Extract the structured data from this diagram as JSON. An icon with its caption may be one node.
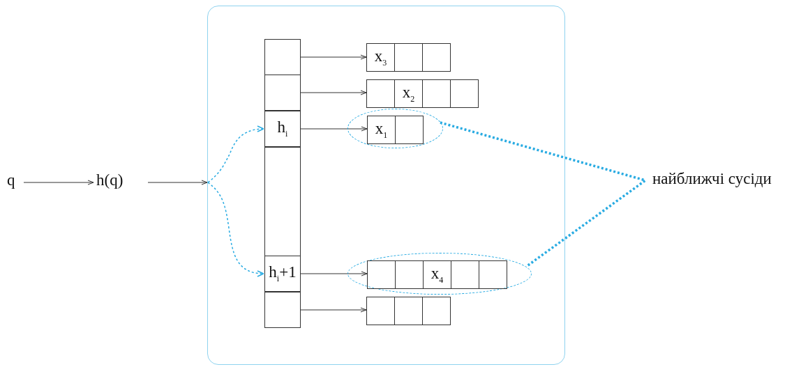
{
  "diagram": {
    "nodes": [
      {
        "text": [
          "q"
        ]
      },
      {
        "text": [
          "h(q)"
        ]
      },
      {
        "text": [],
        "shape": "box"
      },
      {
        "text": [],
        "shape": "box",
        "in": 2
      },
      {
        "text": [],
        "shape": "box",
        "in": 2
      },
      {
        "text": [
          "h$_{i}$"
        ],
        "in": 2
      },
      {
        "text": [],
        "shape": "box",
        "in": 2
      },
      {
        "text": [
          "h$_{i}$+1"
        ],
        "in": 2
      },
      {
        "text": [],
        "shape": "box",
        "in": 2
      },
      {
        "text": [
          "x$_{3}$"
        ],
        "in": 2
      },
      {
        "text": [],
        "shape": "box",
        "in": 2
      },
      {
        "text": [],
        "shape": "box",
        "in": 2
      },
      {
        "text": [],
        "shape": "box",
        "in": 2
      },
      {
        "text": [
          "x$_{2}$"
        ],
        "in": 2
      },
      {
        "text": [],
        "shape": "box",
        "in": 2
      },
      {
        "text": [],
        "shape": "box",
        "in": 2
      },
      {
        "text": [],
        "shape": "ellipse",
        "in": 2
      },
      {
        "text": [
          "x$_{1}$"
        ],
        "in": 16
      },
      {
        "text": [],
        "shape": "box",
        "in": 16
      },
      {
        "text": [],
        "shape": "ellipse",
        "in": 2
      },
      {
        "text": [],
        "shape": "box",
        "in": 19
      },
      {
        "text": [],
        "shape": "box",
        "in": 19
      },
      {
        "text": [
          "x$_{4}$"
        ],
        "in": 19
      },
      {
        "text": [],
        "shape": "box",
        "in": 19
      },
      {
        "text": [],
        "shape": "box",
        "in": 19
      },
      {
        "text": [],
        "shape": "box",
        "in": 2
      },
      {
        "text": [],
        "shape": "box",
        "in": 2
      },
      {
        "text": [],
        "shape": "box",
        "in": 2
      },
      {
        "text": [
          "найближчі сусіди"
        ]
      }
    ],
    "edges": [
      {
        "from": 0,
        "to": 1,
        "arrow": "to"
      },
      {
        "from": 1,
        "to": 2,
        "arrow": "to"
      },
      {
        "from": 2,
        "to": 5,
        "arrow": "to",
        "style": "dashed",
        "color": "#29abe2"
      },
      {
        "from": 2,
        "to": 7,
        "arrow": "to",
        "style": "dashed",
        "color": "#29abe2"
      },
      {
        "from": 3,
        "to": 9,
        "arrow": "to"
      },
      {
        "from": 4,
        "to": 12,
        "arrow": "to"
      },
      {
        "from": 5,
        "to": 17,
        "arrow": "to"
      },
      {
        "from": 7,
        "to": 20,
        "arrow": "to"
      },
      {
        "from": 8,
        "to": 25,
        "arrow": "to"
      },
      {
        "from": 16,
        "to": 28,
        "arrow": "none",
        "style": "dashed",
        "color": "#29abe2"
      },
      {
        "from": 19,
        "to": 28,
        "arrow": "none",
        "style": "dashed",
        "color": "#29abe2"
      }
    ]
  }
}
